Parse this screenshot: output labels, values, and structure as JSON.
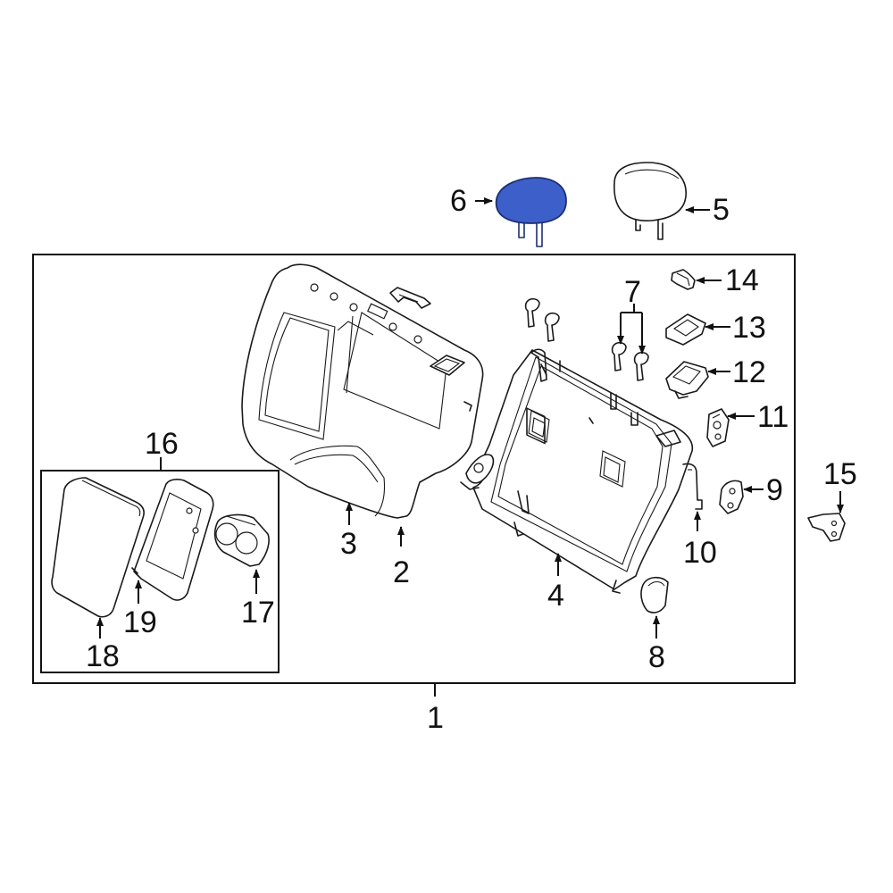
{
  "colors": {
    "highlight_fill": "#3d5fc9",
    "highlight_stroke": "#1d2f73",
    "line": "#1a1a1a",
    "background": "#ffffff"
  },
  "callouts": {
    "c1": "1",
    "c2": "2",
    "c3": "3",
    "c4": "4",
    "c5": "5",
    "c6": "6",
    "c7": "7",
    "c8": "8",
    "c9": "9",
    "c10": "10",
    "c11": "11",
    "c12": "12",
    "c13": "13",
    "c14": "14",
    "c15": "15",
    "c16": "16",
    "c17": "17",
    "c18": "18",
    "c19": "19"
  },
  "highlighted_part": "6"
}
